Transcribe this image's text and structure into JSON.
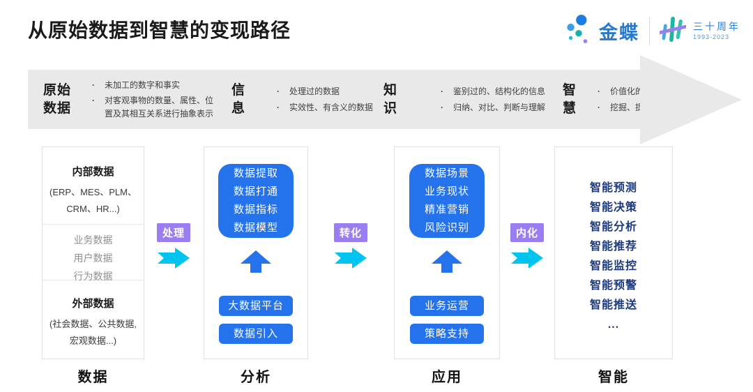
{
  "title": "从原始数据到智慧的变现路径",
  "logo": {
    "brand": "金蝶",
    "anniversary": "三十周年",
    "years": "1993-2023"
  },
  "colors": {
    "primary_blue": "#2472EC",
    "arrow_cyan": "#00C4F0",
    "tag_purple": "#9B7DF2",
    "intel_navy": "#1B3A7E",
    "band_gray": "#E9E9E9"
  },
  "band": {
    "stages": [
      {
        "term": "原始\n数据",
        "bullets": [
          "未加工的数字和事实",
          "对客观事物的数量、属性、位置及其相互关系进行抽象表示"
        ]
      },
      {
        "term": "信\n息",
        "bullets": [
          "处理过的数据",
          "实效性、有含义的数据"
        ]
      },
      {
        "term": "知\n识",
        "bullets": [
          "鉴别过的、结构化的信息",
          "归纳、对比、判断与理解"
        ]
      },
      {
        "term": "智\n慧",
        "bullets": [
          "价值化的知识",
          "挖掘、提炼后的决策能力"
        ]
      }
    ]
  },
  "connectors": [
    {
      "label": "处理"
    },
    {
      "label": "转化"
    },
    {
      "label": "内化"
    }
  ],
  "columns": {
    "data": {
      "internal_title": "内部数据",
      "internal_desc": "(ERP、MES、PLM、CRM、HR...)",
      "middle_items": [
        "业务数据",
        "用户数据",
        "行为数据"
      ],
      "external_title": "外部数据",
      "external_desc": "(社会数据、公共数据, 宏观数据...)",
      "footer": "数据"
    },
    "analysis": {
      "card_lines": [
        "数据提取",
        "数据打通",
        "数据指标",
        "数据模型"
      ],
      "buttons": [
        "大数据平台",
        "数据引入"
      ],
      "footer": "分析"
    },
    "application": {
      "card_lines": [
        "数据场景",
        "业务现状",
        "精准营销",
        "风险识别"
      ],
      "buttons": [
        "业务运营",
        "策略支持"
      ],
      "footer": "应用"
    },
    "intelligence": {
      "items": [
        "智能预测",
        "智能决策",
        "智能分析",
        "智能推荐",
        "智能监控",
        "智能预警",
        "智能推送",
        "..."
      ],
      "footer": "智能"
    }
  }
}
